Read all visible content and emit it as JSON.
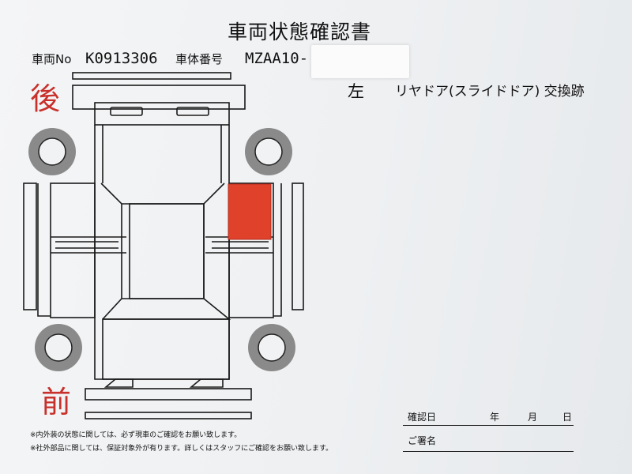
{
  "document": {
    "title": "車両状態確認書",
    "vehicle_no_label": "車両No",
    "vehicle_no": "K0913306",
    "vin_label": "車体番号",
    "vin_visible": "MZAA10-",
    "back_label": "後",
    "front_label": "前",
    "side_label": "左",
    "damage_note": "リヤドア(スライドドア) 交換跡",
    "confirm_date_label": "確認日",
    "year_label": "年",
    "month_label": "月",
    "day_label": "日",
    "signature_label": "ご署名",
    "notes": [
      "※内外装の状態に関しては、必ず現車のご確認をお願い致します。",
      "※社外部品に関しては、保証対象外が有ります。詳しくはスタッフにご確認をお願い致します。"
    ]
  },
  "colors": {
    "damage_marker": "#e0412a",
    "label_red": "#c8302b",
    "tire": "#8a8a8a"
  }
}
